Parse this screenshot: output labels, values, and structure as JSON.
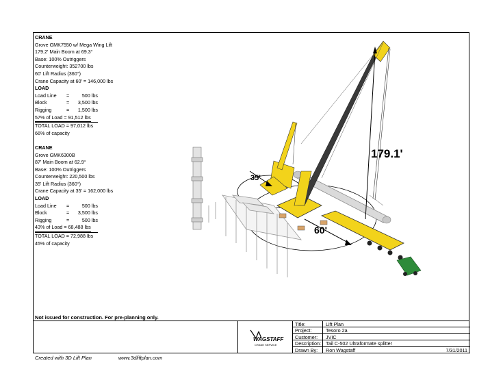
{
  "crane1": {
    "heading": "CRANE",
    "lines": [
      "Grove GMK7550 w/ Mega Wing Lift",
      "179.2' Main Boom  at 69.3°",
      "Base: 100% Outriggers",
      "Counterweight: 352700 lbs",
      "60' Lift Radius (360°)",
      "Crane Capacity at 60' = 146,000 lbs"
    ],
    "load_heading": "LOAD",
    "load_rows": [
      {
        "item": "Load Line",
        "eq": "=",
        "value": "500 lbs"
      },
      {
        "item": "Block",
        "eq": "=",
        "value": "3,500 lbs"
      },
      {
        "item": "Rigging",
        "eq": "=",
        "value": "1,500 lbs"
      }
    ],
    "pct_load": "57% of Load = 91,512 lbs",
    "total_load": "TOTAL LOAD = 97,012 lbs",
    "capacity": "66% of capacity"
  },
  "crane2": {
    "heading": "CRANE",
    "lines": [
      "Grove GMK6300B",
      "87' Main Boom  at 62.9°",
      "Base: 100% Outriggers",
      "Counterweight: 220,500 lbs",
      "35' Lift Radius (360°)",
      "Crane Capacity at 35' = 162,000 lbs"
    ],
    "load_heading": "LOAD",
    "load_rows": [
      {
        "item": "Load Line",
        "eq": "=",
        "value": "500 lbs"
      },
      {
        "item": "Block",
        "eq": "=",
        "value": "3,500 lbs"
      },
      {
        "item": "Rigging",
        "eq": "=",
        "value": "500 lbs"
      }
    ],
    "pct_load": "43% of Load = 68,488 lbs",
    "total_load": "TOTAL LOAD = 72,988 lbs",
    "capacity": "45% of capacity"
  },
  "drawing_labels": {
    "boom_length": "179.1'",
    "radius_main": "60'",
    "radius_tail": "35'"
  },
  "notice": "Not issued for construction. For pre-planning only.",
  "logo": {
    "name": "WAGSTAFF",
    "sub": "CRANE SERVICE"
  },
  "title_block": {
    "title_label": "Title:",
    "title": "Lift Plan",
    "project_label": "Project:",
    "project": "Tesoro 2a",
    "customer_label": "Customer:",
    "customer": "JVIC",
    "description_label": "Description:",
    "description": "Tail C-502 Ultraformate splitter",
    "drawn_label": "Drawn By:",
    "drawn_by": "Ron Wagstaff",
    "date": "7/31/2011"
  },
  "footer": {
    "created": "Created with 3D Lift Plan",
    "url": "www.3dliftplan.com"
  },
  "colors": {
    "crane_yellow": "#f2d31b",
    "boom_dark": "#3a3a3a",
    "truck_green": "#2e8b3a",
    "pipe_gray": "#d8d8d8"
  }
}
